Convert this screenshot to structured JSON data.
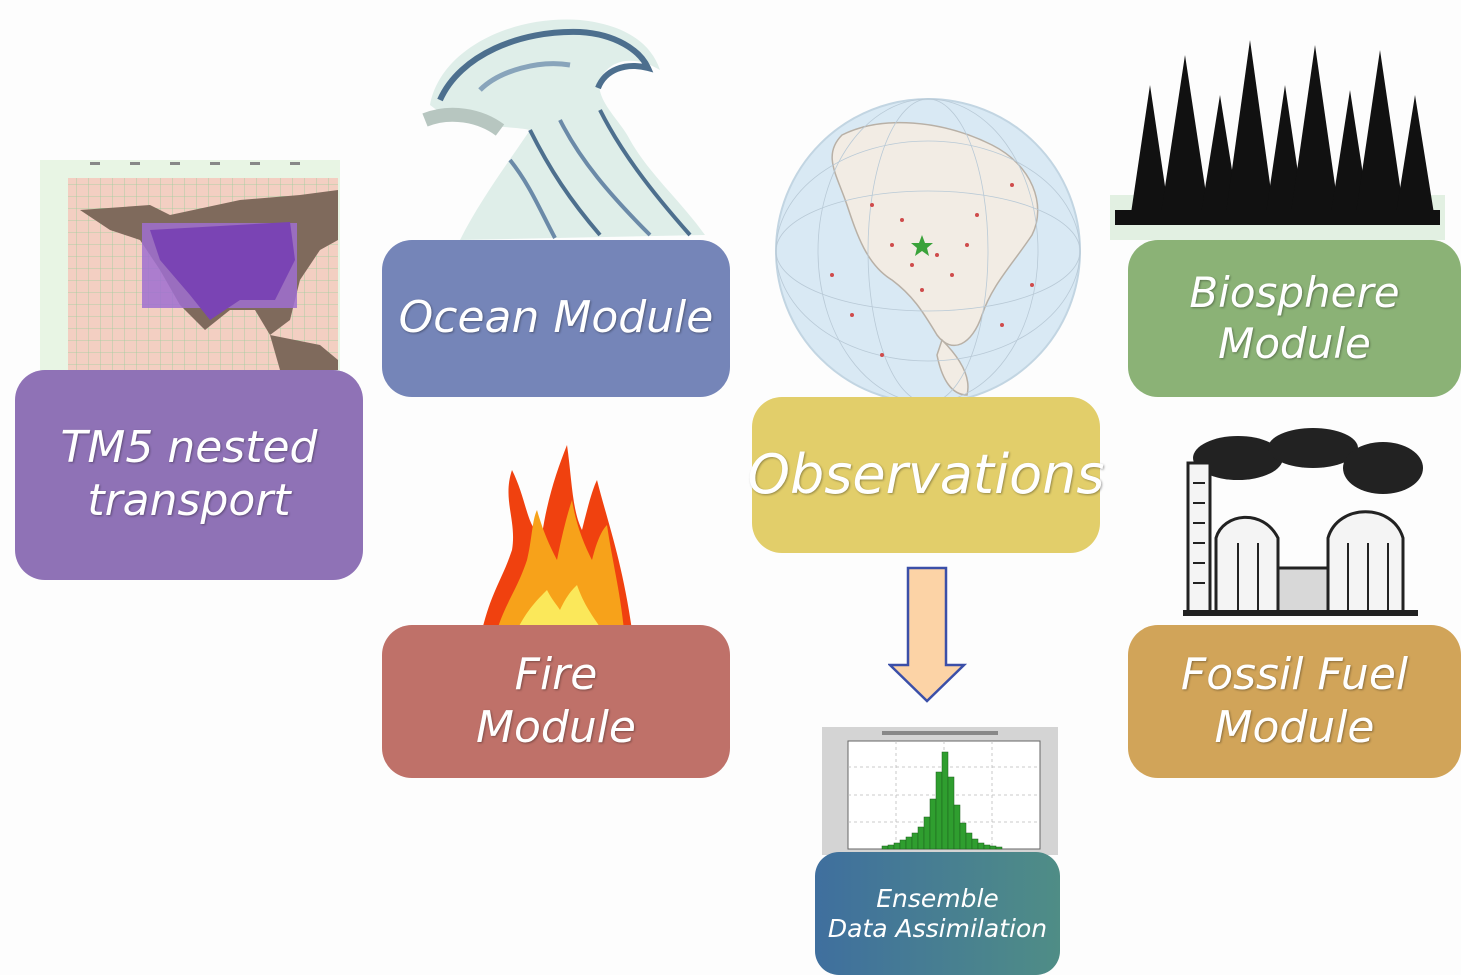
{
  "modules": {
    "tm5": {
      "line1": "TM5 nested",
      "line2": "transport",
      "color": "#8f72b6"
    },
    "ocean": {
      "label": "Ocean Module",
      "color": "#7585b8"
    },
    "fire": {
      "line1": "Fire",
      "line2": "Module",
      "color": "#bf7169"
    },
    "observations": {
      "label": "Observations",
      "color": "#e2ce6a"
    },
    "biosphere": {
      "line1": "Biosphere",
      "line2": "Module",
      "color": "#8bb276"
    },
    "fossil_fuel": {
      "line1": "Fossil Fuel",
      "line2": "Module",
      "color": "#d1a459"
    },
    "ensemble": {
      "line1": "Ensemble",
      "line2": "Data Assimilation",
      "color": "#467e94"
    }
  },
  "icons": {
    "tm5": "nested-grid-map-icon",
    "ocean": "great-wave-icon",
    "fire": "flame-icon",
    "observations": "globe-stations-icon",
    "biosphere": "forest-icon",
    "fossil_fuel": "factory-icon",
    "ensemble": "histogram-icon",
    "flow": "down-arrow-icon"
  },
  "arrow_color": "#fcd3a6"
}
